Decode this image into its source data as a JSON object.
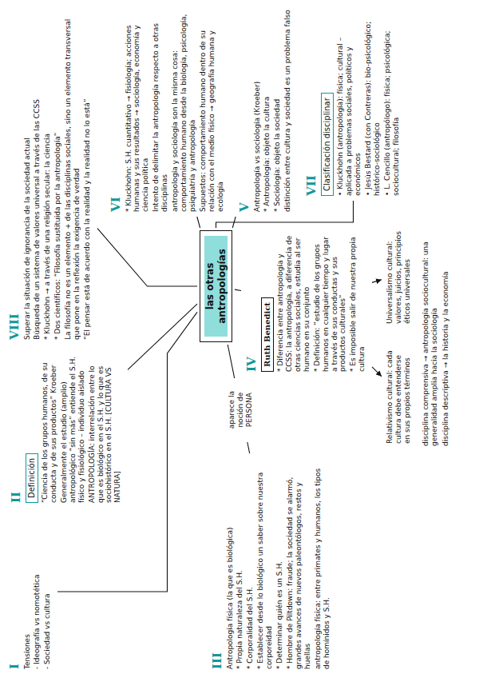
{
  "diagram": {
    "nodes": [
      {
        "text": [
          "las otras antropologías"
        ]
      },
      {
        "text": [
          "I",
          "Tensiones",
          "- Ideografía vs nomotética",
          "- Sociedad vs cultura"
        ]
      },
      {
        "text": [
          "II",
          "“Ciencia de los grupos humanos, de su conducta y de sus productos” Kroeber",
          "Generalmente el estudio (amplio) antropológico “sin más” entiende el S.H. físico y fisiológico – individuo aislado",
          "ANTROPOLOGÍA: interrelación entre lo que es biológico en el S.H. y lo que es sociohistórico en el S.H. [CULTURA VS NATURA]"
        ]
      },
      {
        "text": [
          "Definición"
        ],
        "in": 2
      },
      {
        "text": [
          "III",
          "Antropología física (la que es biológica)",
          "* Propia naturaleza del S.H.",
          "* Corporalidad del S.H.",
          "* Establecer desde lo biológico un saber sobre nuestra corporeidad",
          "* Determinar quién es un S.H.",
          "* Hombre de Piltdown: fraude; la sociedad se alarmó, grandes avances de nuevos paleontólogos, restos y huellas",
          "antropología física: entre primates y humanos, los tipos de homínidos y S.H."
        ]
      },
      {
        "text": [
          "IV",
          "* Diferencia entre antropología y CCSS: la antropología, a diferencia de otras ciencias sociales, estudia al ser humano en su conjunto",
          "* Definición: “estudio de los grupos humanos en cualquier tiempo y lugar a través de sus conductas y sus productos culturales”",
          "* Es imposible salir de nuestra propia cultura"
        ]
      },
      {
        "text": [
          "Ruth Benedict"
        ],
        "in": 5
      },
      {
        "text": [
          "Relativismo cultural: cada cultura debe entenderse en sus propios términos"
        ]
      },
      {
        "text": [
          "Universalismo cultural: valores, juicios, principios éticos universales"
        ]
      },
      {
        "text": [
          "V",
          "Antropología vs sociología (Kroeber)",
          "* Antropología: objeto la cultura",
          "* Sociología: objeto la sociedad",
          "distinción entre cultura y sociedad es un problema falso"
        ]
      },
      {
        "text": [
          "VI",
          "* Kluckhohn: S.H. cuantitativo → fisiología; acciones humanas y sus resultados → sociología, economía y ciencia política",
          "Intento de delimitar la antropología respecto a otras disciplinas",
          "antropología y sociología son la misma cosa: comportamiento humano desde la biología, psicología, psiquiatría y antropología",
          "Supuestos: comportamiento humano dentro de su relación con el medio físico → geografía humana y ecología"
        ]
      },
      {
        "text": [
          "VII",
          "• Kluckhohn (antropología): física; cultural – aplicada a problemas sociales, políticos y económicos",
          "• Jesús Bestard (con Contreras): bio-psicológico; histórico-sociológico",
          "• L. Cencillo (antropólogo): física; psicológica; sociocultural; filosofía"
        ]
      },
      {
        "text": [
          "Clasificación disciplinar"
        ],
        "in": 11
      },
      {
        "text": [
          "VIII",
          "Superar la situación de ignorancia de la sociedad actual",
          "Búsqueda de un sistema de valores universal a través de las CCSS",
          "* Kluckhohn → a través de una religión secular: la ciencia",
          "* Dos científicos: “Filosofía sustituida por la antropología”",
          "La filosofía no es un elemento + de las disciplinas sociales, sino un elemento transversal que pone en la reflexión la exigencia de verdad",
          "“El pensar está de acuerdo con la realidad y la realidad no lo está”"
        ]
      }
    ],
    "edges": [
      {
        "from": 0,
        "to": 1,
        "arrow": "none"
      },
      {
        "from": 0,
        "to": 2,
        "arrow": "none"
      },
      {
        "from": 0,
        "to": 4,
        "label": "aparece la noción de PERSONA",
        "arrow": "none"
      },
      {
        "from": 0,
        "to": 5,
        "arrow": "none"
      },
      {
        "from": 0,
        "to": 9,
        "arrow": "none"
      },
      {
        "from": 0,
        "to": 10,
        "arrow": "none"
      },
      {
        "from": 0,
        "to": 11,
        "arrow": "none"
      },
      {
        "from": 0,
        "to": 13,
        "arrow": "none"
      },
      {
        "from": 5,
        "to": 7,
        "arrow": "to"
      },
      {
        "from": 5,
        "to": 8,
        "arrow": "to"
      }
    ],
    "labels": [
      "disciplina comprensiva → antropología sociocultural: una generalidad amplia hacia la sociología",
      "disciplina descriptiva → la historia y la economía"
    ]
  }
}
